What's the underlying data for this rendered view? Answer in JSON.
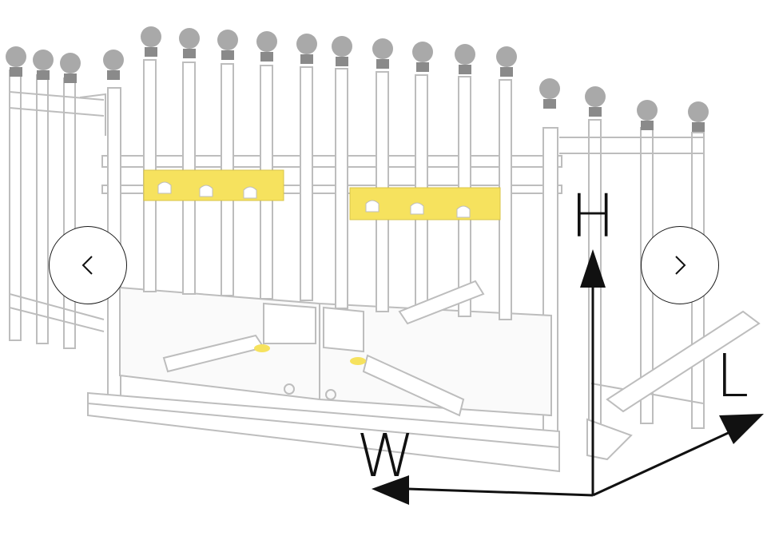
{
  "viewer": {
    "prev_icon": "chevron-left-icon",
    "next_icon": "chevron-right-icon"
  },
  "dimensions": {
    "height_label": "H",
    "length_label": "L",
    "width_label": "W"
  },
  "colors": {
    "line": "#bdbdbd",
    "line_dark": "#8a8a8a",
    "knob": "#a9a9a9",
    "accent_yellow": "#f6e25e",
    "arrow": "#111111"
  }
}
